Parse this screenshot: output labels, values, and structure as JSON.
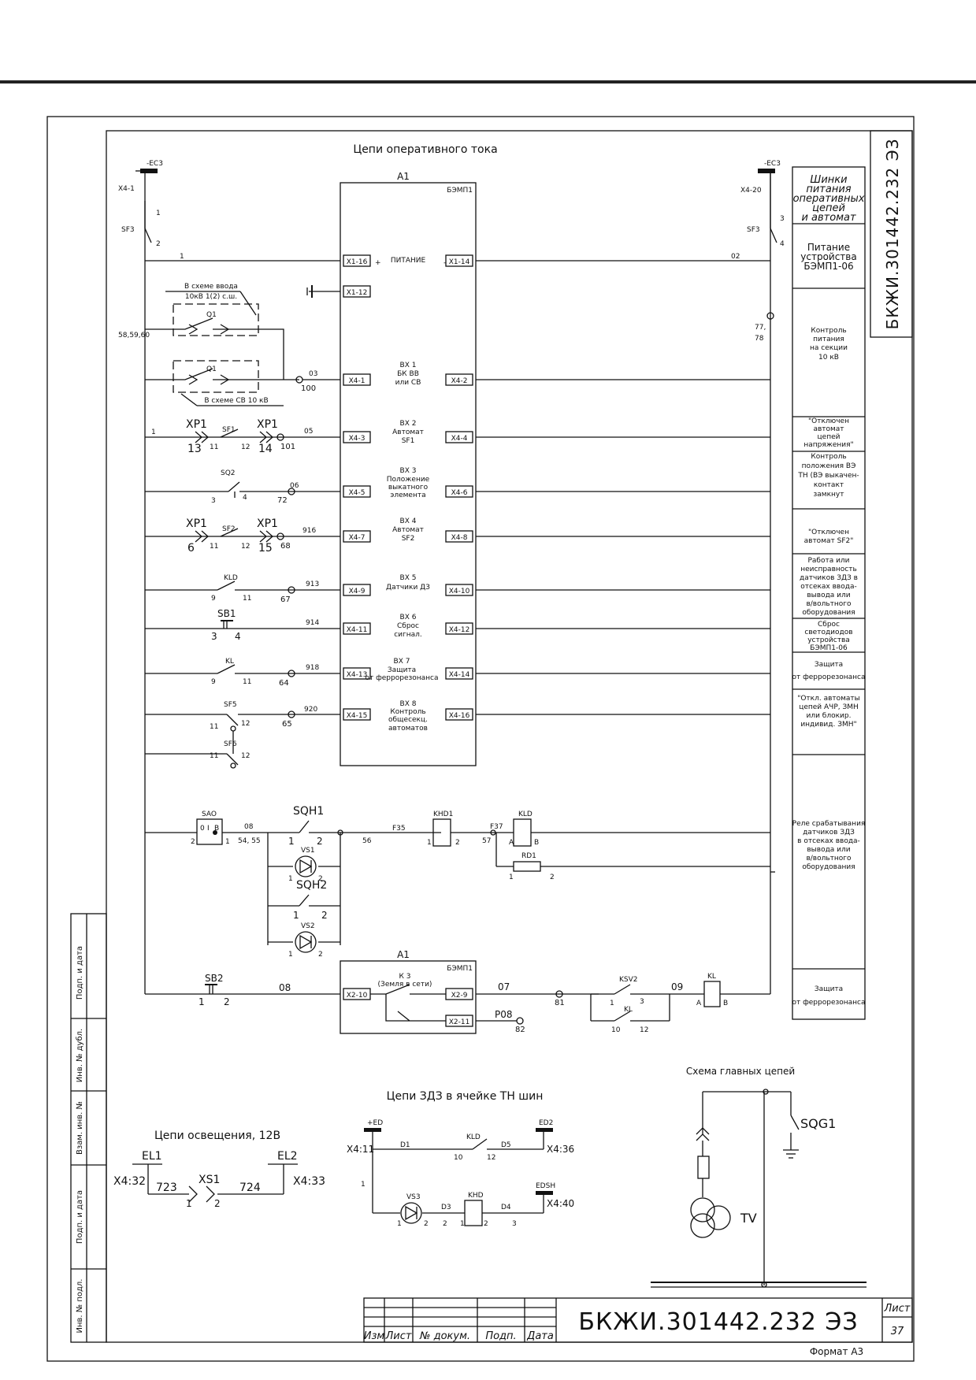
{
  "title": "Цепи оперативного тока",
  "block": {
    "ref": "A1",
    "type": "БЭМП1"
  },
  "power": {
    "bus_left": "-EC3",
    "bus_right": "-EC3",
    "term_left": "X4-1",
    "term_right": "X4-20",
    "breaker_left": "SF3",
    "breaker_right": "SF3",
    "n1": "1",
    "n2": "2",
    "n3": "3",
    "n4": "4",
    "wire_left": "1",
    "wire_right": "02",
    "label": "ПИТАНИЕ",
    "plus": "+",
    "minus": "-",
    "pin_left": "X1-16",
    "pin_right": "X1-14",
    "pin_ground": "X1-12",
    "w7778": "77,",
    "w78": "78"
  },
  "q1": {
    "note_top_1": "В схеме ввода",
    "note_top_2": "10кВ 1(2) с.ш.",
    "note_bottom": "В схеме СВ 10 кВ",
    "ref": "Q1",
    "wire": "58,59,60",
    "w03": "03",
    "n100": "100"
  },
  "inputs": [
    {
      "left_pin": "X4-1",
      "right_pin": "X4-2",
      "name": [
        "ВХ 1",
        "БК ВВ",
        "или СВ"
      ]
    },
    {
      "left_pin": "X4-3",
      "right_pin": "X4-4",
      "name": [
        "ВХ 2",
        "Автомат",
        "SF1"
      ]
    },
    {
      "left_pin": "X4-5",
      "right_pin": "X4-6",
      "name": [
        "ВХ 3",
        "Положение",
        "выкатного",
        "элемента"
      ]
    },
    {
      "left_pin": "X4-7",
      "right_pin": "X4-8",
      "name": [
        "ВХ 4",
        "Автомат",
        "SF2"
      ]
    },
    {
      "left_pin": "X4-9",
      "right_pin": "X4-10",
      "name": [
        "ВХ 5",
        "Датчики ДЗ"
      ]
    },
    {
      "left_pin": "X4-11",
      "right_pin": "X4-12",
      "name": [
        "ВХ 6",
        "Сброс",
        "сигнал."
      ]
    },
    {
      "left_pin": "X4-13",
      "right_pin": "X4-14",
      "name": [
        "ВХ 7",
        "Защита",
        "от феррорезонанса"
      ]
    },
    {
      "left_pin": "X4-15",
      "right_pin": "X4-16",
      "name": [
        "ВХ 8",
        "Контроль",
        "общесекц.",
        "автоматов"
      ]
    }
  ],
  "rows": {
    "sf1": {
      "xp_left": "XP1",
      "xp_right": "XP1",
      "ref": "SF1",
      "n13": "13",
      "n11": "11",
      "n12": "12",
      "n14": "14",
      "w": "05",
      "n": "101",
      "wl": "1"
    },
    "sq2": {
      "ref": "SQ2",
      "n3": "3",
      "n4": "4",
      "w": "06",
      "n": "72"
    },
    "sf2": {
      "xp_left": "XP1",
      "xp_right": "XP1",
      "ref": "SF2",
      "n6": "6",
      "n11": "11",
      "n12": "12",
      "n15": "15",
      "w": "916",
      "n": "68"
    },
    "kld": {
      "ref": "KLD",
      "n9": "9",
      "n11": "11",
      "w": "913",
      "n": "67"
    },
    "sb1": {
      "ref": "SB1",
      "n3": "3",
      "n4": "4",
      "w": "914"
    },
    "kl": {
      "ref": "KL",
      "n9": "9",
      "n11": "11",
      "w": "918",
      "n": "64"
    },
    "sf5": {
      "ref": "SF5",
      "n11": "11",
      "n12": "12",
      "w": "920",
      "n": "65"
    },
    "sf6": {
      "ref": "SF6",
      "n11": "11",
      "n12": "12"
    }
  },
  "signal": {
    "sao": "SAO",
    "sao_o": "0",
    "sao_i": "I",
    "sao_b": "В",
    "sao_n2": "2",
    "sao_n1": "1",
    "w08": "08",
    "w5455": "54, 55",
    "sqh1": "SQH1",
    "sqh2": "SQH2",
    "n1": "1",
    "n2": "2",
    "vs1": "VS1",
    "vs2": "VS2",
    "w56": "56",
    "f35": "F35",
    "f37": "F37",
    "khd1": "KHD1",
    "w57": "57",
    "kld": "KLD",
    "kld_a": "А",
    "kld_b": "В",
    "rd1": "RD1"
  },
  "lower": {
    "sb2": "SB2",
    "n1": "1",
    "n2": "2",
    "w08": "08",
    "pin_in": "X2-10",
    "pin_out": "X2-9",
    "pin_out2": "X2-11",
    "k3_1": "К 3",
    "k3_2": "(Земля в сети)",
    "w07": "07",
    "n81": "81",
    "p08": "P08",
    "n82": "82",
    "ksv2": "KSV2",
    "kl": "KL",
    "n3": "3",
    "n10": "10",
    "n12": "12",
    "w09": "09",
    "kl_coil": "KL",
    "a": "А",
    "b": "В"
  },
  "zdz": {
    "title": "Цепи ЗДЗ в ячейке ТН шин",
    "ed": "+ED",
    "ed2": "ED2",
    "edsh": "EDSH",
    "t11": "X4:11",
    "t36": "X4:36",
    "t40": "X4:40",
    "d1": "D1",
    "d5": "D5",
    "d3": "D3",
    "d4": "D4",
    "kld": "KLD",
    "khd": "KHD",
    "vs3": "VS3",
    "n10": "10",
    "n12": "12",
    "n1": "1",
    "n2": "2",
    "n3": "3"
  },
  "light": {
    "title": "Цепи освещения, 12В",
    "el1": "EL1",
    "el2": "EL2",
    "xs1": "XS1",
    "t32": "X4:32",
    "t33": "X4:33",
    "w723": "723",
    "w724": "724",
    "n1": "1",
    "n2": "2"
  },
  "main": {
    "title": "Схема главных цепей",
    "sqg1": "SQG1",
    "tv": "TV"
  },
  "right_labels": [
    [
      "Шинки",
      "питания",
      "оперативных",
      "цепей",
      "и автомат"
    ],
    [
      "Питание",
      "устройства",
      "БЭМП1-06"
    ],
    [
      "Контроль",
      "питания",
      "на секции",
      "10 кВ"
    ],
    [
      "\"Отключен",
      "автомат",
      "цепей",
      "напряжения\""
    ],
    [
      "Контроль",
      "положения ВЭ",
      "ТН (ВЭ выкачен-",
      "контакт",
      "замкнут"
    ],
    [
      "\"Отключен",
      "автомат SF2\""
    ],
    [
      "Работа или",
      "неисправность",
      "датчиков ЗДЗ в",
      "отсеках ввода-",
      "вывода или",
      "в/вольтного",
      "оборудования"
    ],
    [
      "Сброс",
      "светодиодов",
      "устройства",
      "БЭМП1-06"
    ],
    [
      "Защита",
      "от феррорезонанса"
    ],
    [
      "\"Откл. автоматы",
      "цепей АЧР, ЗМН",
      "или блокир.",
      "индивид. ЗМН\""
    ],
    [
      "Реле срабатывания",
      "датчиков ЗДЗ",
      "в отсеках ввода-",
      "вывода или",
      "в/вольтного",
      "оборудования"
    ],
    [
      "Защита",
      "от феррорезонанса"
    ]
  ],
  "doc_number": "БКЖИ.301442.232 ЭЗ",
  "side_stamp": "БКЖИ.301442.232 ЭЗ",
  "title_block": {
    "cols": [
      "Изм",
      "Лист",
      "№ докум.",
      "Подп.",
      "Дата"
    ],
    "sheet_label": "Лист",
    "sheet_number": "37",
    "format": "Формат А3"
  },
  "left_strip": [
    "Инв. № подл.",
    "Подп. и дата",
    "Взам. инв. №",
    "Инв. № дубл.",
    "Подп. и дата"
  ]
}
